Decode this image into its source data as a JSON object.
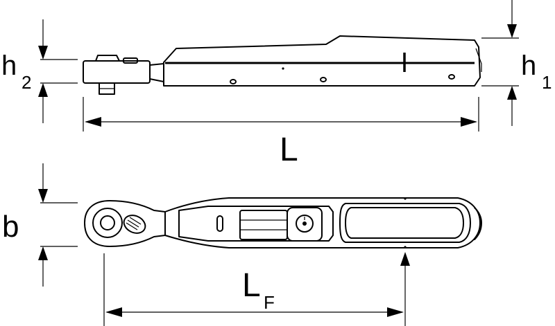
{
  "labels": {
    "h2_main": "h",
    "h2_sub": "2",
    "h1_main": "h",
    "h1_sub": "1",
    "L": "L",
    "b": "b",
    "LF_main": "L",
    "LF_sub": "F"
  }
}
